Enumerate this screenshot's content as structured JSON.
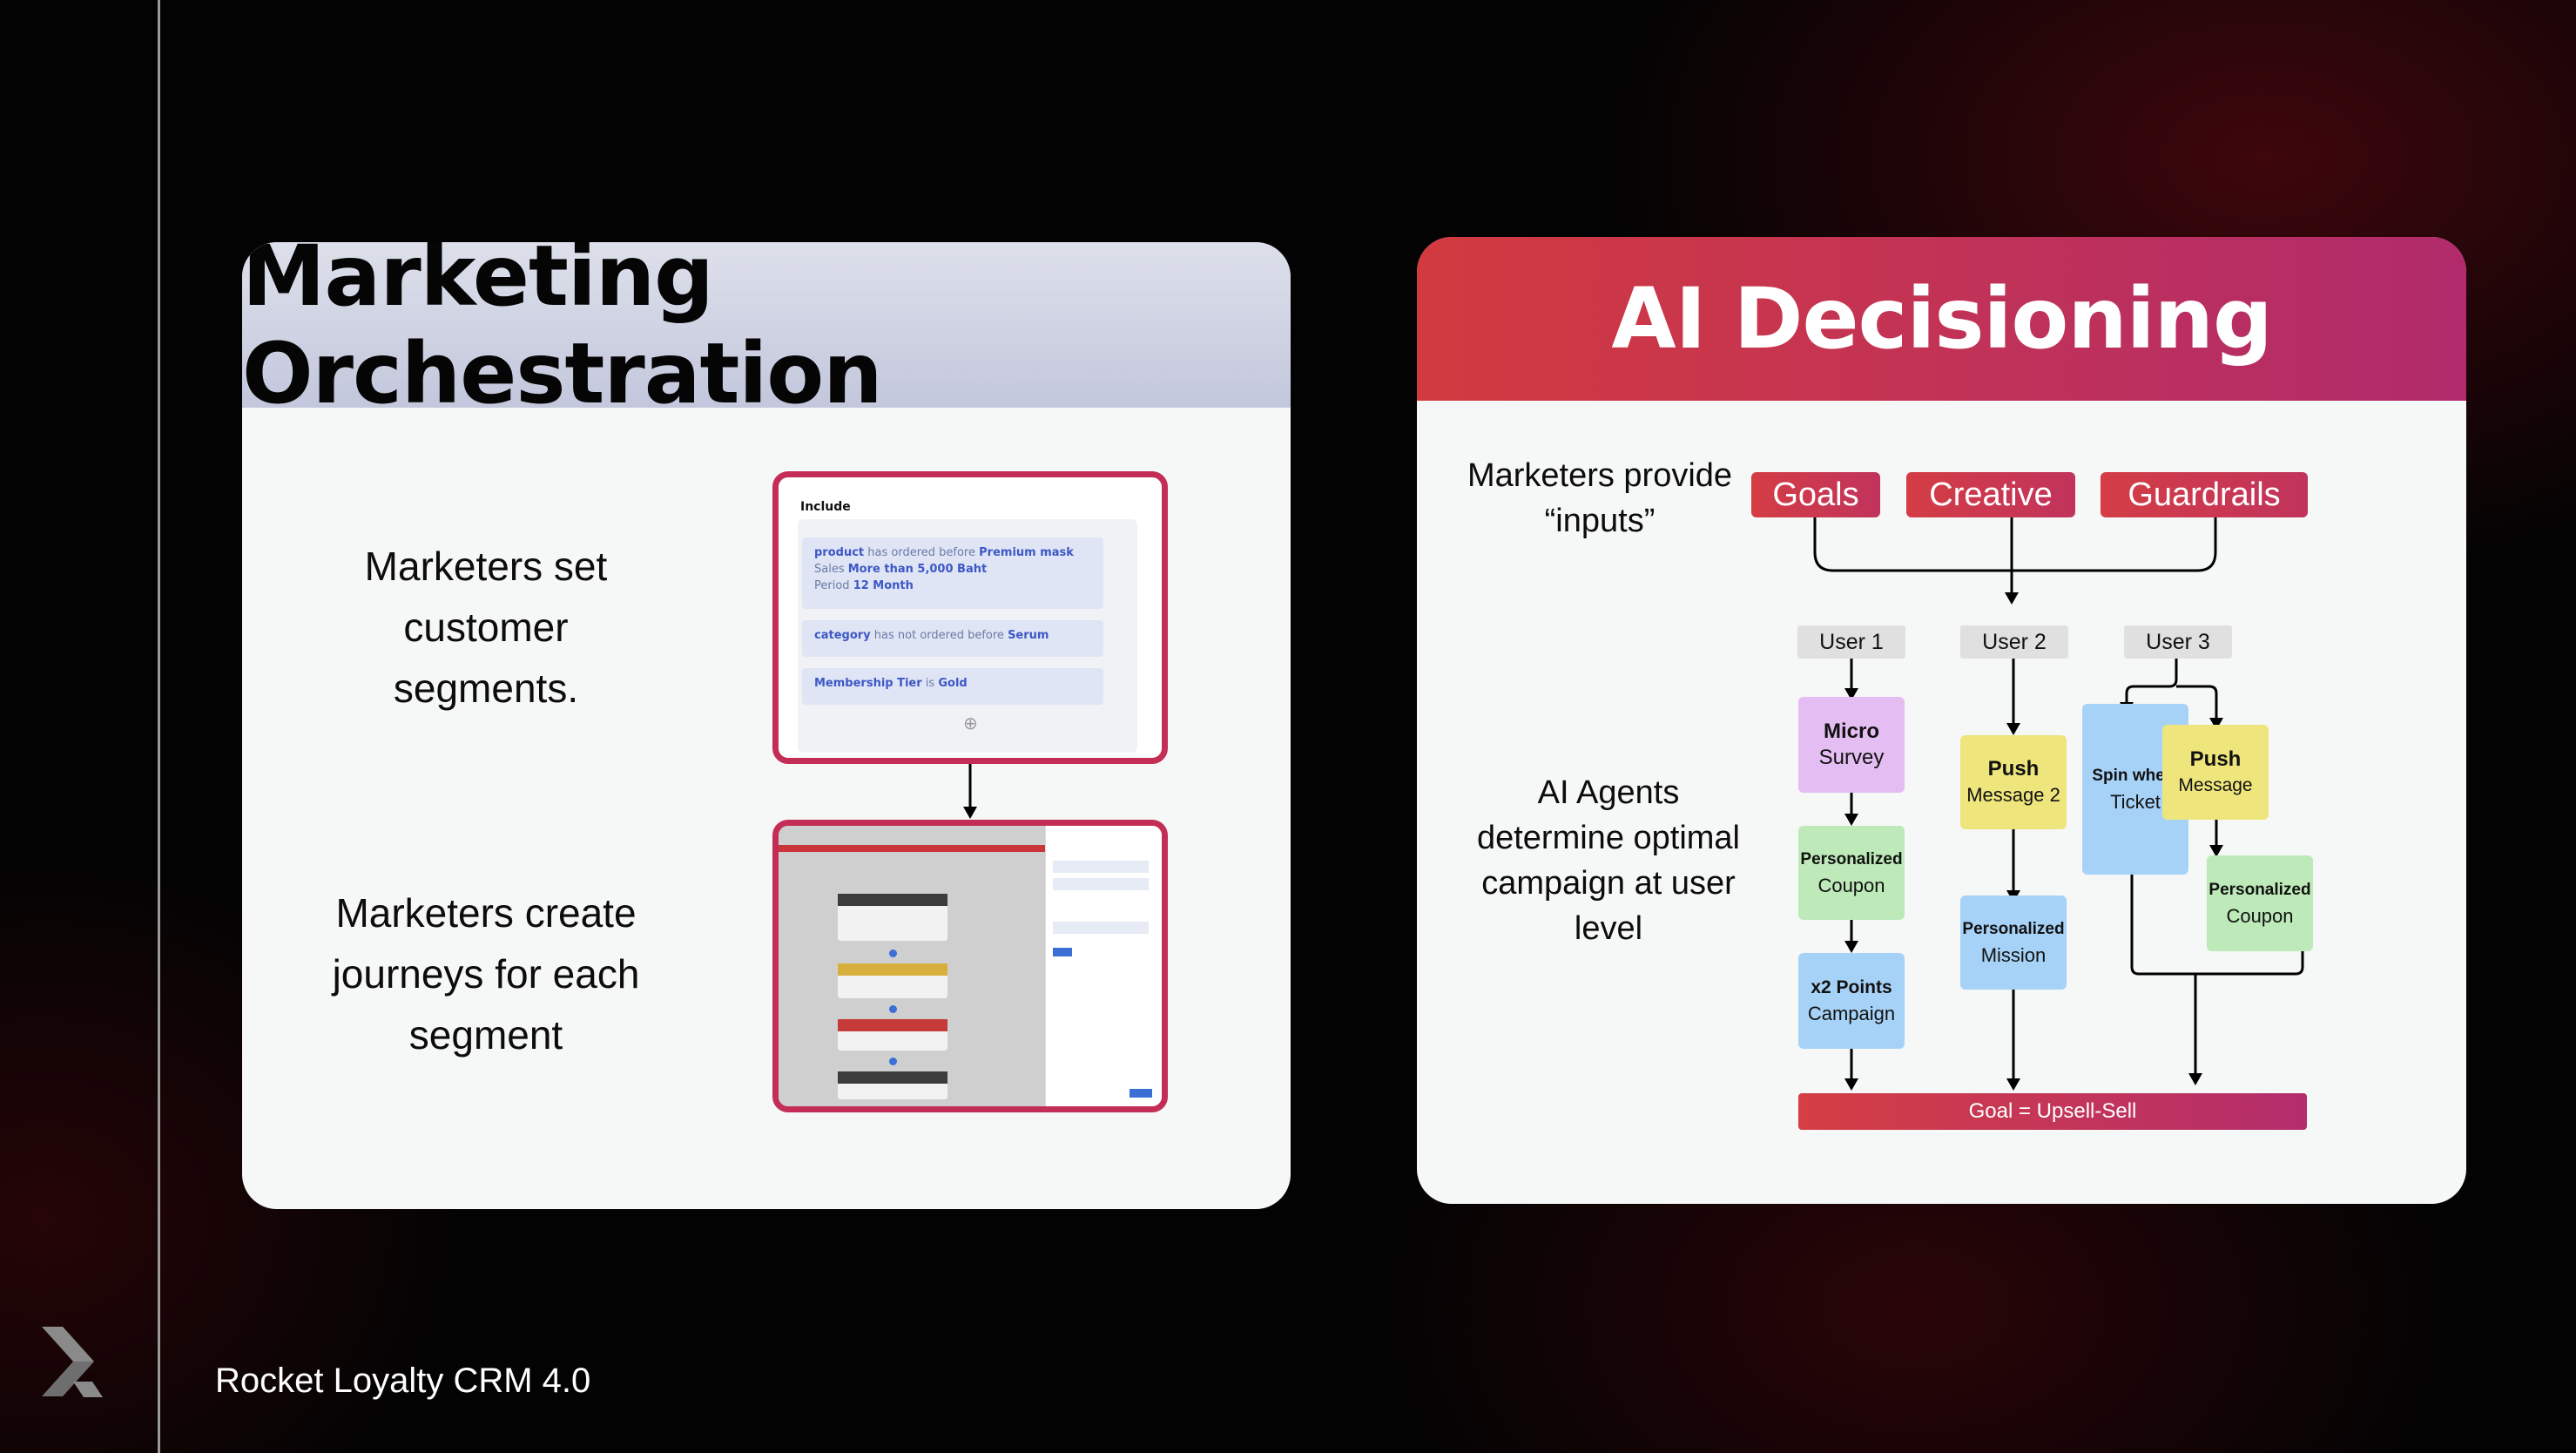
{
  "footer": {
    "brand": "Rocket Loyalty CRM 4.0"
  },
  "left_card": {
    "title": "Marketing Orchestration",
    "text1": [
      "Marketers set",
      "customer",
      "segments."
    ],
    "text2": [
      "Marketers create",
      "journeys for each",
      "segment"
    ],
    "segment_shot": {
      "heading": "Include",
      "rule1": {
        "field": "product",
        "op": "has ordered before",
        "value": "Premium mask",
        "l2a": "Sales",
        "l2b": "More than 5,000 Baht",
        "l3a": "Period",
        "l3b": "12 Month"
      },
      "rule2": {
        "field": "category",
        "op": "has not ordered before",
        "value": "Serum"
      },
      "rule3": {
        "field": "Membership Tier",
        "op": "is",
        "value": "Gold"
      },
      "add_symbol": "⊕"
    }
  },
  "right_card": {
    "title": "AI Decisioning",
    "inputs_text": [
      "Marketers provide",
      "“inputs”"
    ],
    "agents_text": [
      "AI Agents",
      "determine optimal",
      "campaign at user",
      "level"
    ],
    "inputs": [
      "Goals",
      "Creative",
      "Guardrails"
    ],
    "users": [
      "User 1",
      "User 2",
      "User 3"
    ],
    "boxes": {
      "micro_survey": [
        "Micro",
        "Survey"
      ],
      "pers_coupon_1": [
        "Personalized",
        "Coupon"
      ],
      "x2_points": [
        "x2 Points",
        "Campaign"
      ],
      "push_msg_2": [
        "Push",
        "Message 2"
      ],
      "pers_mission": [
        "Personalized",
        "Mission"
      ],
      "spin_wheel": [
        "Spin wheel",
        "Ticket"
      ],
      "push_msg": [
        "Push",
        "Message"
      ],
      "pers_coupon_3": [
        "Personalized",
        "Coupon"
      ]
    },
    "goal": "Goal = Upsell-Sell"
  },
  "colors": {
    "accent_red": "#d23a3f",
    "accent_magenta": "#b12b6c",
    "purple": "#e4bdf2",
    "green": "#bdeab8",
    "blue": "#a7d2f7",
    "yellow": "#eee57d"
  }
}
